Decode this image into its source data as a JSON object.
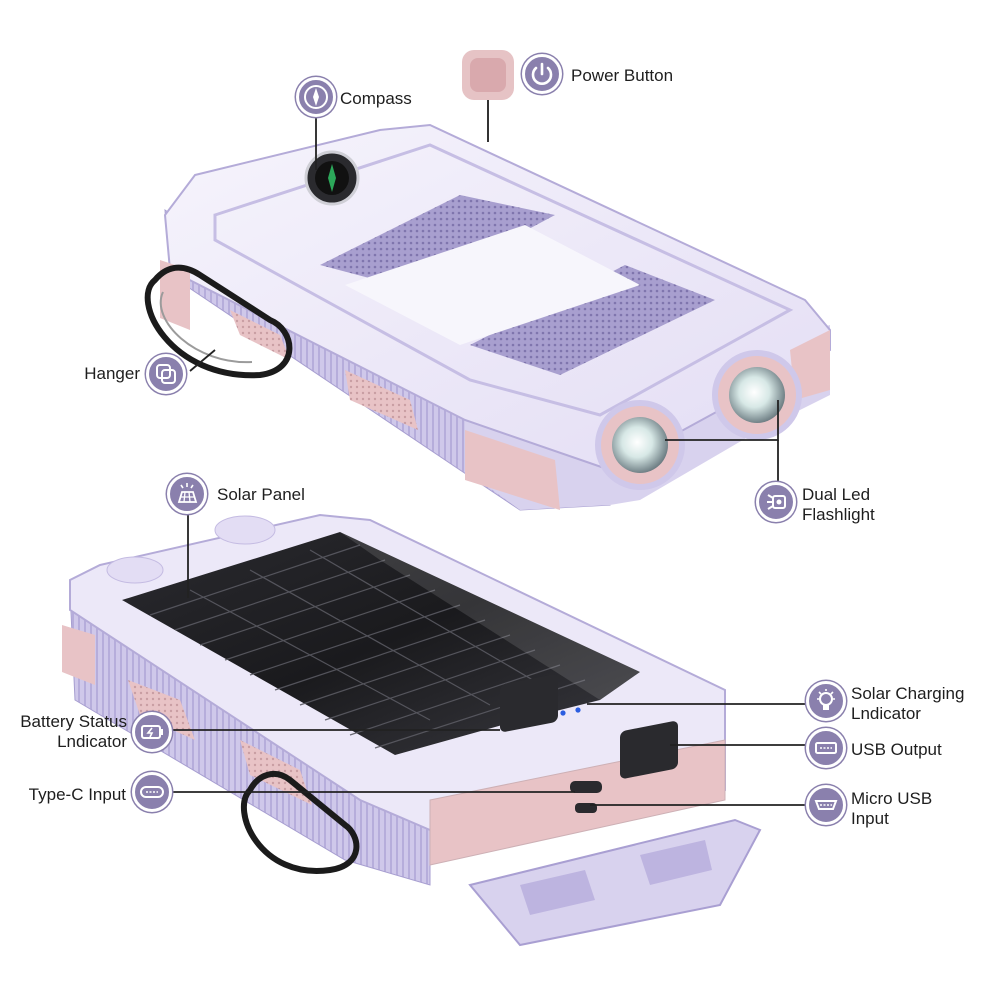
{
  "labels": {
    "compass": "Compass",
    "power_button": "Power Button",
    "hanger": "Hanger",
    "dual_led_line1": "Dual Led",
    "dual_led_line2": "Flashlight",
    "solar_panel": "Solar Panel",
    "solar_charging_line1": "Solar Charging",
    "solar_charging_line2": "Lndicator",
    "battery_status_line1": "Battery Status",
    "battery_status_line2": "Lndicator",
    "usb_output": "USB Output",
    "typec_input": "Type-C Input",
    "micro_usb_line1": "Micro USB",
    "micro_usb_line2": "Input"
  },
  "icons": {
    "compass": "compass-icon",
    "power": "power-icon",
    "hanger": "hanger-icon",
    "flashlight": "flashlight-icon",
    "solar_panel": "solar-panel-icon",
    "solar_charging": "lightbulb-icon",
    "battery": "battery-icon",
    "usb_output": "usb-port-icon",
    "typec": "typec-port-icon",
    "micro_usb": "micro-usb-icon"
  },
  "colors": {
    "body_lavender": "#d8d2ee",
    "body_white": "#f4f2fb",
    "accent_pink": "#e8c3c6",
    "badge_purple": "#8a80ad",
    "panel_dark": "#1c1c1f",
    "indicator_blue": "#2b5de0"
  }
}
